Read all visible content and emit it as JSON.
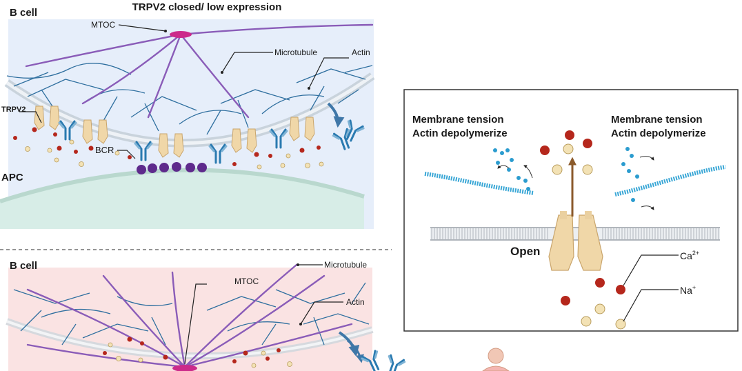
{
  "top_panel": {
    "title": "TRPV2 closed/ low expression",
    "cell_label": "B cell",
    "apc_label": "APC",
    "labels": {
      "mtoc": "MTOC",
      "microtubule": "Microtubule",
      "actin": "Actin",
      "trpv2": "TRPV2",
      "bcr": "BCR"
    }
  },
  "bottom_panel": {
    "cell_label": "B cell",
    "labels": {
      "microtubule": "Microtubule",
      "mtoc": "MTOC",
      "actin": "Actin"
    }
  },
  "channel_panel": {
    "left_caption_line1": "Membrane tension",
    "left_caption_line2": "Actin depolymerize",
    "right_caption_line1": "Membrane tension",
    "right_caption_line2": "Actin depolymerize",
    "state_label": "Open",
    "ion_ca_base": "Ca",
    "ion_ca_sup": "2+",
    "ion_na_base": "Na",
    "ion_na_sup": "+"
  },
  "colors": {
    "top_cell_bg": "#e6eefa",
    "bottom_cell_bg": "#fae3e3",
    "apc_fill": "#d7ede7",
    "membrane": "#c9d3dc",
    "actin": "#2f6f9f",
    "microtubule": "#8a5cb8",
    "mtoc": "#cc2a8a",
    "channel": "#f0d7a8",
    "ca_ion": "#b5271c",
    "na_ion": "#f3e2b5",
    "bcr": "#2a7ab0",
    "antigen": "#5e2a8c",
    "filament": "#3aa7d6",
    "arrow": "#8b5a2b"
  }
}
